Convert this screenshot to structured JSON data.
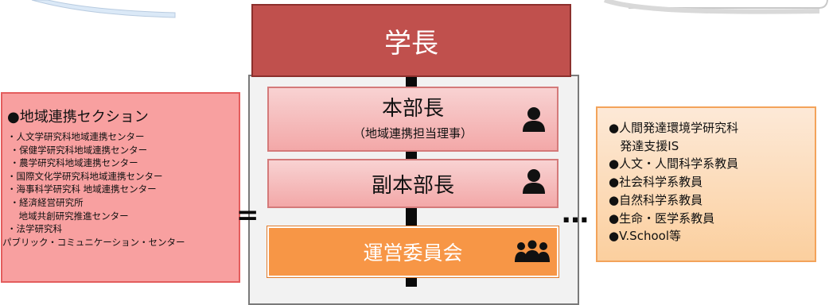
{
  "president": {
    "label": "学長"
  },
  "honbucho": {
    "title": "本部長",
    "subtitle": "（地域連携担当理事）"
  },
  "fuku_honbucho": {
    "label": "副本部長"
  },
  "unei_iinkai": {
    "label": "運営委員会"
  },
  "left_panel": {
    "heading": "●地域連携セクション",
    "items": [
      "・人文学研究科地域連携センター",
      " ・保健学研究科地域連携センター",
      " ・農学研究科地域連携センター",
      "・国際文化学研究科地域連携センター",
      "・海事科学研究科 地域連携センター",
      " ・経済経営研究所",
      "    地域共創研究推進センター",
      "・法学研究科",
      "パブリック・コミュニケーション・センター"
    ]
  },
  "right_panel": {
    "items": [
      "●人間発達環境学研究科",
      "   発達支援IS",
      "●人文・人間科学系教員",
      "●社会科学系教員",
      "●自然科学系教員",
      "●生命・医学系教員",
      "●V.School等"
    ]
  },
  "connectors": {
    "equals": "=",
    "ellipsis": "…"
  },
  "colors": {
    "president": "#c0504d",
    "pink_box": "#f3a8a8",
    "orange_box": "#f79646",
    "left_panel": "#f8a0a0",
    "right_panel": "#fbcf9e"
  },
  "icons": [
    "person-icon",
    "person-icon",
    "group-icon"
  ]
}
